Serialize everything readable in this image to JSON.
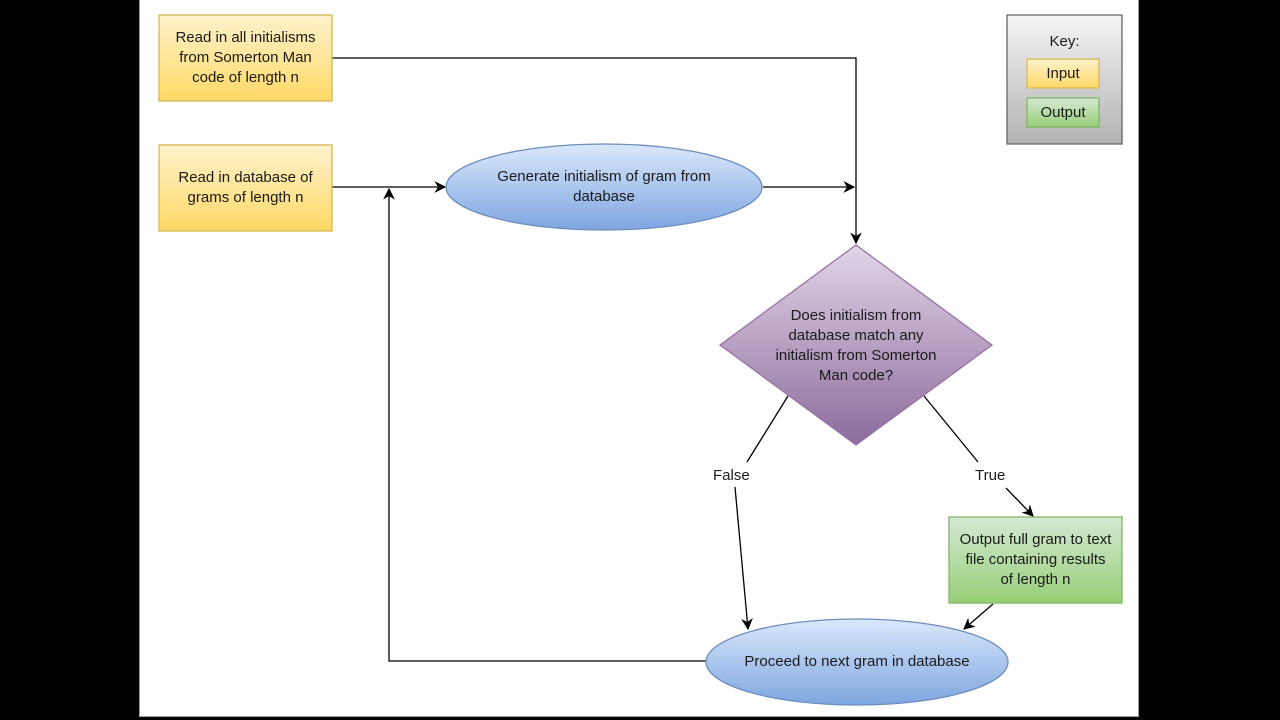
{
  "diagram": {
    "colors": {
      "input_fill_top": "#fff2cc",
      "input_fill_bottom": "#ffd966",
      "input_stroke": "#d6b656",
      "output_fill_top": "#d5e8d4",
      "output_fill_bottom": "#97d077",
      "output_stroke": "#82b366",
      "process_fill_top": "#dae8fc",
      "process_fill_bottom": "#7ea6e0",
      "process_stroke": "#6c8ebf",
      "decision_fill_top": "#e1d5e7",
      "decision_fill_bottom": "#8c6c9c",
      "decision_stroke": "#9673a6",
      "key_fill_top": "#f5f5f5",
      "key_fill_bottom": "#b3b3b3",
      "key_stroke": "#666666"
    },
    "nodes": {
      "read_initialisms": {
        "type": "input",
        "label": "Read in all initialisms from Somerton Man code of length n"
      },
      "read_database": {
        "type": "input",
        "label": "Read in database of grams of length n"
      },
      "generate_initialism": {
        "type": "process",
        "label": "Generate initialism of gram from database"
      },
      "decision_match": {
        "type": "decision",
        "label": "Does initialism from database match any initialism from Somerton Man code?"
      },
      "output_gram": {
        "type": "output",
        "label": "Output full gram to text file containing results of length n"
      },
      "next_gram": {
        "type": "process",
        "label": "Proceed to next gram in database"
      }
    },
    "edges": [
      {
        "from": "read_initialisms",
        "to": "decision_match",
        "label": ""
      },
      {
        "from": "read_database",
        "to": "generate_initialism",
        "label": ""
      },
      {
        "from": "generate_initialism",
        "to": "decision_match",
        "label": ""
      },
      {
        "from": "decision_match",
        "to": "next_gram",
        "label": "False"
      },
      {
        "from": "decision_match",
        "to": "output_gram",
        "label": "True"
      },
      {
        "from": "output_gram",
        "to": "next_gram",
        "label": ""
      },
      {
        "from": "next_gram",
        "to": "generate_initialism",
        "label": ""
      }
    ],
    "edge_labels": {
      "false": "False",
      "true": "True"
    },
    "key": {
      "title": "Key:",
      "items": [
        {
          "type": "input",
          "label": "Input"
        },
        {
          "type": "output",
          "label": "Output"
        }
      ]
    }
  }
}
